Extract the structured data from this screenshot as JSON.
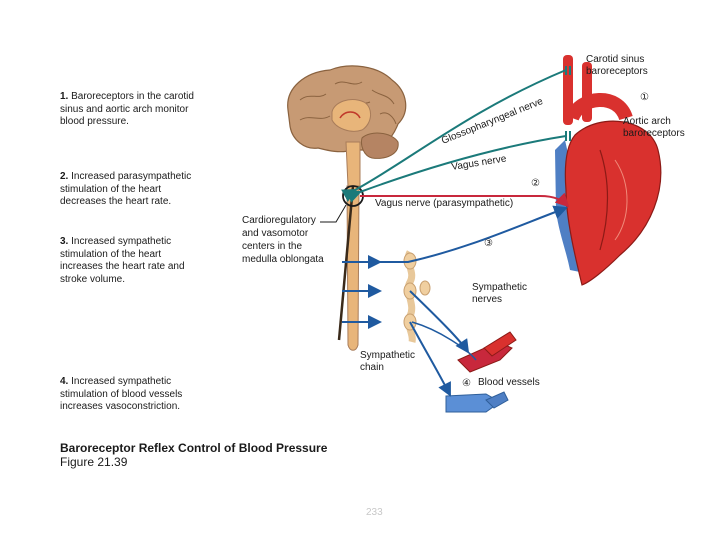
{
  "steps": [
    {
      "num": "1.",
      "text": "Baroreceptors in the carotid sinus and aortic arch monitor blood pressure."
    },
    {
      "num": "2.",
      "text": "Increased parasympathetic stimulation of the heart decreases the heart rate."
    },
    {
      "num": "3.",
      "text": "Increased sympathetic stimulation of the heart increases the heart rate and stroke volume."
    },
    {
      "num": "4.",
      "text": "Increased sympathetic stimulation of blood vessels increases vasoconstriction."
    }
  ],
  "caption": {
    "title": "Baroreceptor Reflex Control of Blood Pressure",
    "figure": "Figure 21.39"
  },
  "page_number": "233",
  "labels": {
    "carotid_sinus": [
      "Carotid sinus",
      "baroreceptors"
    ],
    "aortic_arch": [
      "Aortic arch",
      "baroreceptors"
    ],
    "glossopharyngeal": "Glossopharyngeal nerve",
    "vagus_sensory": "Vagus nerve",
    "vagus_parasympathetic": "Vagus nerve (parasympathetic)",
    "cardioregulatory": [
      "Cardioregulatory",
      "and vasomotor",
      "centers in the",
      "medulla oblongata"
    ],
    "sympathetic_nerves": [
      "Sympathetic",
      "nerves"
    ],
    "sympathetic_chain": [
      "Sympathetic",
      "chain"
    ],
    "blood_vessels": "Blood vessels"
  },
  "markers": [
    "①",
    "②",
    "③",
    "④"
  ],
  "colors": {
    "sensory_nerve": "#1b7a7a",
    "parasympathetic_nerve": "#c8283c",
    "sympathetic_nerve": "#1f5aa0",
    "heart": "#d9312e",
    "vein": "#4f7fc4",
    "brain": "#a87c5a",
    "spinal_cord": "#e8b57a"
  }
}
